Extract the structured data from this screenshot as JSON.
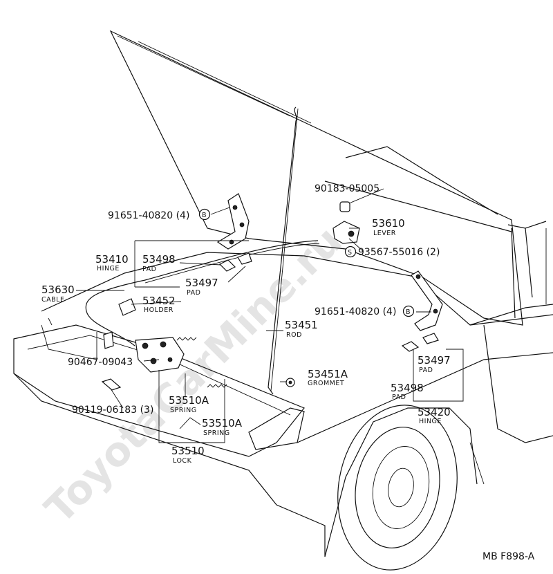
{
  "diagram_code": "MB F898-A",
  "watermark": "ToyotaCarMine.ru",
  "parts": [
    {
      "number": "91651-40820 (4)",
      "marker": "B",
      "name": ""
    },
    {
      "number": "90183-05005",
      "marker": "",
      "name": ""
    },
    {
      "number": "53610",
      "marker": "",
      "name": "LEVER"
    },
    {
      "number": "93567-55016 (2)",
      "marker": "S",
      "name": ""
    },
    {
      "number": "53410",
      "marker": "",
      "name": "HINGE"
    },
    {
      "number": "53498",
      "marker": "",
      "name": "PAD"
    },
    {
      "number": "53497",
      "marker": "",
      "name": "PAD"
    },
    {
      "number": "53630",
      "marker": "",
      "name": "CABLE"
    },
    {
      "number": "53452",
      "marker": "",
      "name": "HOLDER"
    },
    {
      "number": "91651-40820 (4)",
      "marker": "B",
      "name": ""
    },
    {
      "number": "53451",
      "marker": "",
      "name": "ROD"
    },
    {
      "number": "90467-09043",
      "marker": "",
      "name": ""
    },
    {
      "number": "53497",
      "marker": "",
      "name": "PAD"
    },
    {
      "number": "53451A",
      "marker": "",
      "name": "GROMMET"
    },
    {
      "number": "53498",
      "marker": "",
      "name": "PAD"
    },
    {
      "number": "90119-06183 (3)",
      "marker": "",
      "name": ""
    },
    {
      "number": "53510A",
      "marker": "",
      "name": "SPRING"
    },
    {
      "number": "53510A",
      "marker": "",
      "name": "SPRING"
    },
    {
      "number": "53420",
      "marker": "",
      "name": "HINGE"
    },
    {
      "number": "53510",
      "marker": "",
      "name": "LOCK"
    }
  ]
}
